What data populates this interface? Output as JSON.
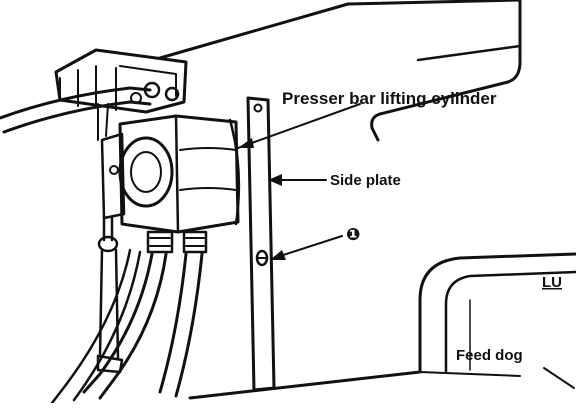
{
  "labels": {
    "cylinder": "Presser bar lifting cylinder",
    "side_plate": "Side plate",
    "callout_number": "❶",
    "lu": "LU",
    "feed_dog": "Feed dog"
  },
  "colors": {
    "ink": "#111111",
    "paper": "#ffffff"
  }
}
